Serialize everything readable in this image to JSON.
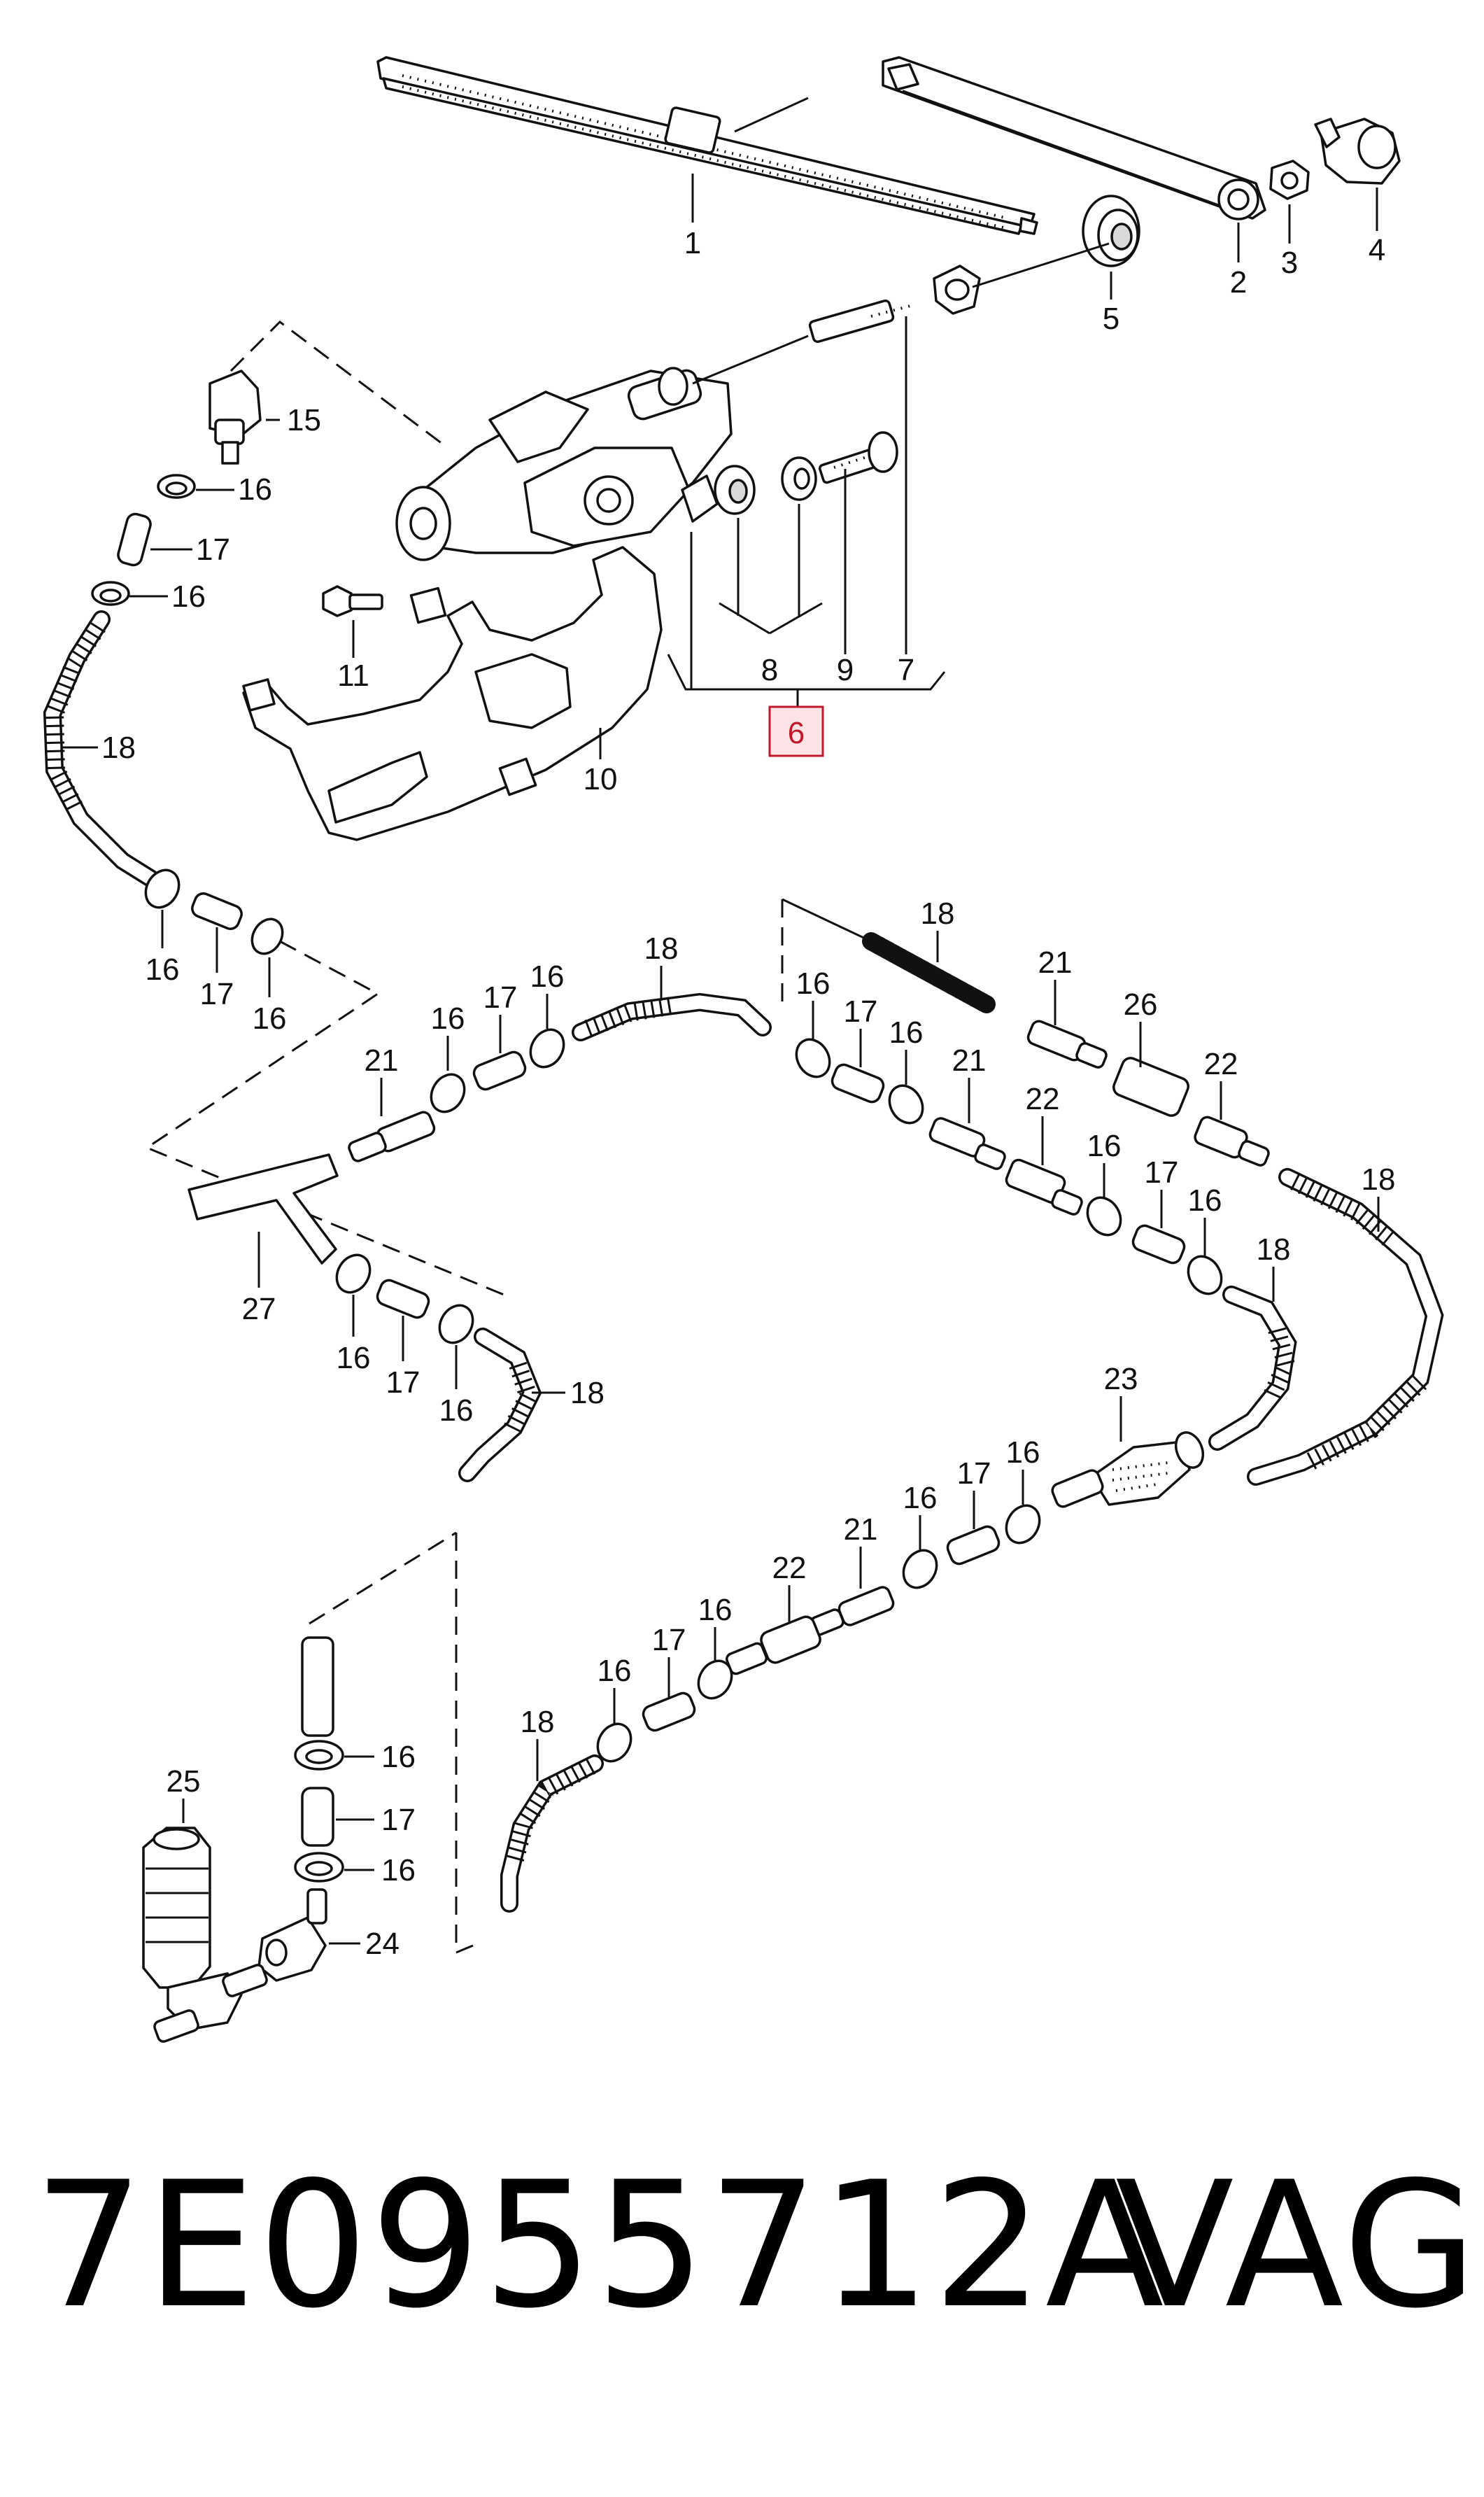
{
  "footer": {
    "part_number": "7E0955712A",
    "brand": "VAG"
  },
  "callouts": {
    "c1": "1",
    "c2": "2",
    "c3": "3",
    "c4": "4",
    "c5": "5",
    "c6": "6",
    "c7": "7",
    "c8": "8",
    "c9": "9",
    "c10": "10",
    "c11": "11",
    "c15": "15",
    "c16": "16",
    "c17": "17",
    "c18": "18",
    "c21": "21",
    "c22": "22",
    "c23": "23",
    "c24": "24",
    "c25": "25",
    "c26": "26",
    "c27": "27"
  },
  "colors": {
    "line": "#111111",
    "highlight": "#c0182b",
    "highlight_fill": "#fbe3e6",
    "background": "#ffffff"
  }
}
